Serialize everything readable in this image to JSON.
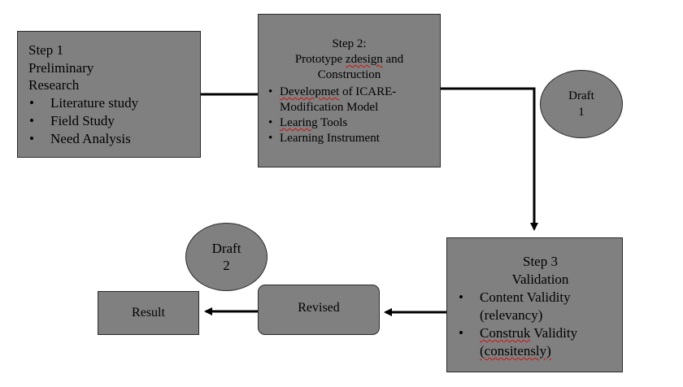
{
  "step1": {
    "line1": "Step 1",
    "line2": "Preliminary",
    "line3": "Research",
    "items": [
      "Literature study",
      "Field Study",
      "Need Analysis"
    ]
  },
  "step2": {
    "title": "Step 2:",
    "subtitle_pre": "Prototype ",
    "subtitle_word": "zdesign",
    "subtitle_post": " and",
    "subtitle_line2": "Construction",
    "item1_word": "Developmet",
    "item1_rest": " of ICARE-",
    "item1_line2": "Modification Model",
    "item2_word": "Learing",
    "item2_rest": " Tools",
    "item3": "Learning Instrument"
  },
  "draft1": {
    "line1": "Draft",
    "line2": "1"
  },
  "draft2": {
    "line1": "Draft",
    "line2": "2"
  },
  "step3": {
    "line1": "Step 3",
    "line2": "Validation",
    "item1_line1": "Content Validity",
    "item1_line2": "(relevancy)",
    "item2_word": "Construk",
    "item2_rest": " Validity",
    "item2_line2": "(consitensly)"
  },
  "revised": "Revised",
  "result": "Result",
  "colors": {
    "node_fill": "#808080",
    "outline": "#2b2b2b",
    "spellcheck": "#d01010"
  }
}
